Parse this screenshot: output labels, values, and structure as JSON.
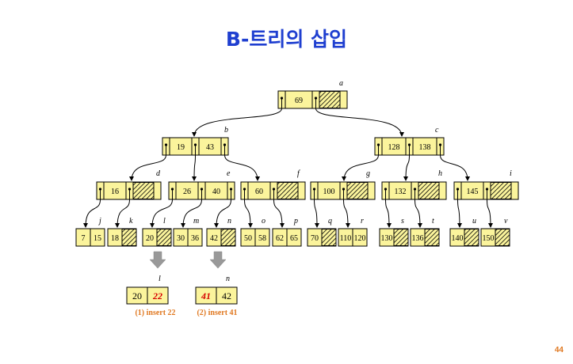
{
  "title": "B-트리의 삽입",
  "page_number": "44",
  "colors": {
    "node_fill": "#fbf49c",
    "title": "#1f3fd0",
    "caption": "#e07820",
    "inserted_key": "#d60000"
  },
  "internal_nodes": [
    {
      "id": "a",
      "keys": [
        "69"
      ]
    },
    {
      "id": "b",
      "keys": [
        "19",
        "43"
      ]
    },
    {
      "id": "c",
      "keys": [
        "128",
        "138"
      ]
    },
    {
      "id": "d",
      "keys": [
        "16"
      ]
    },
    {
      "id": "e",
      "keys": [
        "26",
        "40"
      ]
    },
    {
      "id": "f",
      "keys": [
        "60"
      ]
    },
    {
      "id": "g",
      "keys": [
        "100"
      ]
    },
    {
      "id": "h",
      "keys": [
        "132"
      ]
    },
    {
      "id": "i",
      "keys": [
        "145"
      ]
    }
  ],
  "leaves": [
    {
      "id": "j",
      "keys": [
        "7",
        "15"
      ]
    },
    {
      "id": "k",
      "keys": [
        "18"
      ]
    },
    {
      "id": "l",
      "keys": [
        "20"
      ]
    },
    {
      "id": "m",
      "keys": [
        "30",
        "36"
      ]
    },
    {
      "id": "n",
      "keys": [
        "42"
      ]
    },
    {
      "id": "o",
      "keys": [
        "50",
        "58"
      ]
    },
    {
      "id": "p",
      "keys": [
        "62",
        "65"
      ]
    },
    {
      "id": "q",
      "keys": [
        "70"
      ]
    },
    {
      "id": "r",
      "keys": [
        "110",
        "120"
      ]
    },
    {
      "id": "s",
      "keys": [
        "130"
      ]
    },
    {
      "id": "t",
      "keys": [
        "136"
      ]
    },
    {
      "id": "u",
      "keys": [
        "140"
      ]
    },
    {
      "id": "v",
      "keys": [
        "150"
      ]
    }
  ],
  "results": [
    {
      "id": "l",
      "keys": [
        "20",
        "22"
      ],
      "inserted": "22",
      "caption": "(1) insert 22"
    },
    {
      "id": "n",
      "keys": [
        "41",
        "42"
      ],
      "inserted": "41",
      "caption": "(2) insert 41"
    }
  ]
}
